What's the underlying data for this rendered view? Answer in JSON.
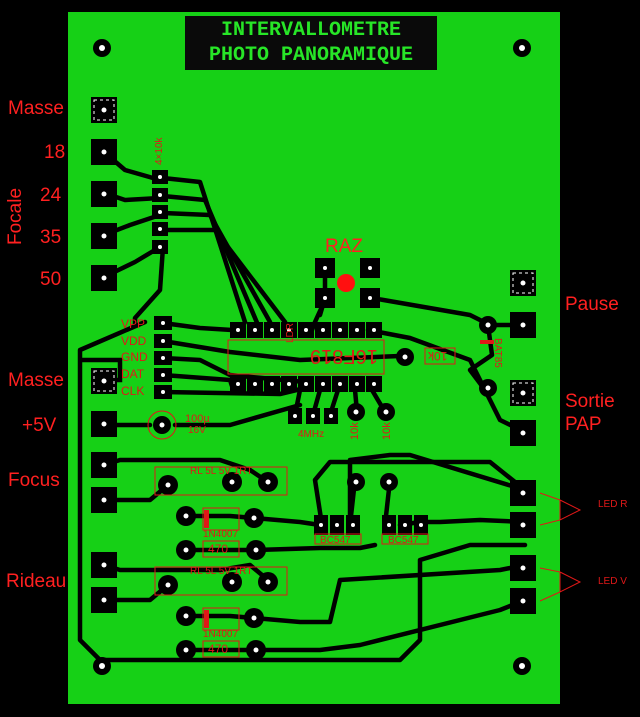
{
  "title": {
    "line1": "INTERVALLOMETRE",
    "line2": "PHOTO PANORAMIQUE"
  },
  "side_labels": {
    "masse_top": "Masse",
    "f18": "18",
    "f24": "24",
    "f35": "35",
    "f50": "50",
    "focale": "Focale",
    "masse_mid": "Masse",
    "plus5v": "+5V",
    "focus": "Focus",
    "rideau": "Rideau",
    "pause": "Pause",
    "sortie": "Sortie",
    "pap": "PAP",
    "raz": "RAZ"
  },
  "components": {
    "resnet": "4×10k",
    "pic": "16F819",
    "r10k_a": "10k",
    "r10k_b": "10k",
    "r10k_c": "10k",
    "crystal": "4MHz",
    "bat": "BAT85",
    "cap": "100µ",
    "cap_v": "16V",
    "relay1": "RL 5L 5V 1RT",
    "relay2": "RL 5L 5V 1RT",
    "diode1": "1N4007",
    "diode2": "1N4007",
    "r470_1": "470",
    "r470_2": "470",
    "tr1": "BC547",
    "tr2": "BC547",
    "led_r": "LED R",
    "led_v": "LED V",
    "vpp": "VPP",
    "vdd": "VDD",
    "gnd": "GND",
    "dat": "DAT",
    "clk": "CLK",
    "ldr": "LDR"
  },
  "colors": {
    "board": "#16d016",
    "copper": "#000000",
    "silk": "#e01818",
    "title": "#27e627",
    "labels": "#ff2020"
  }
}
